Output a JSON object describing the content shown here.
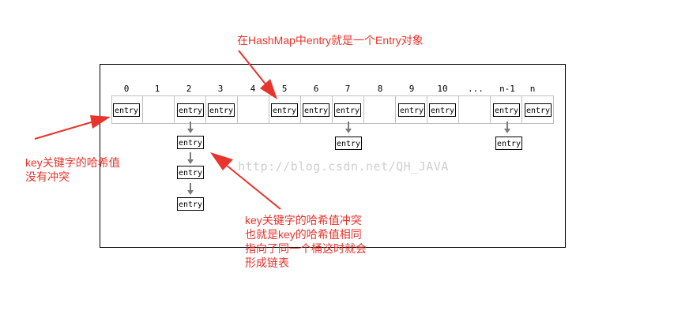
{
  "indices": [
    "0",
    "1",
    "2",
    "3",
    "4",
    "5",
    "6",
    "7",
    "8",
    "9",
    "10",
    "...",
    "n-1",
    "n"
  ],
  "entry_label": "entry",
  "annotations": {
    "top": "在HashMap中entry就是一个Entry对象",
    "left_line1": "key关键字的哈希值",
    "left_line2": "没有冲突",
    "bottom_line1": "key关键字的哈希值冲突",
    "bottom_line2": "也就是key的哈希值相同",
    "bottom_line3": "指向了同一个桶这时就会",
    "bottom_line4": "形成链表"
  },
  "watermark": "http://blog.csdn.net/QH_JAVA",
  "colors": {
    "annotation": "#e8342c",
    "arrow_gray": "#7a7a7a"
  }
}
